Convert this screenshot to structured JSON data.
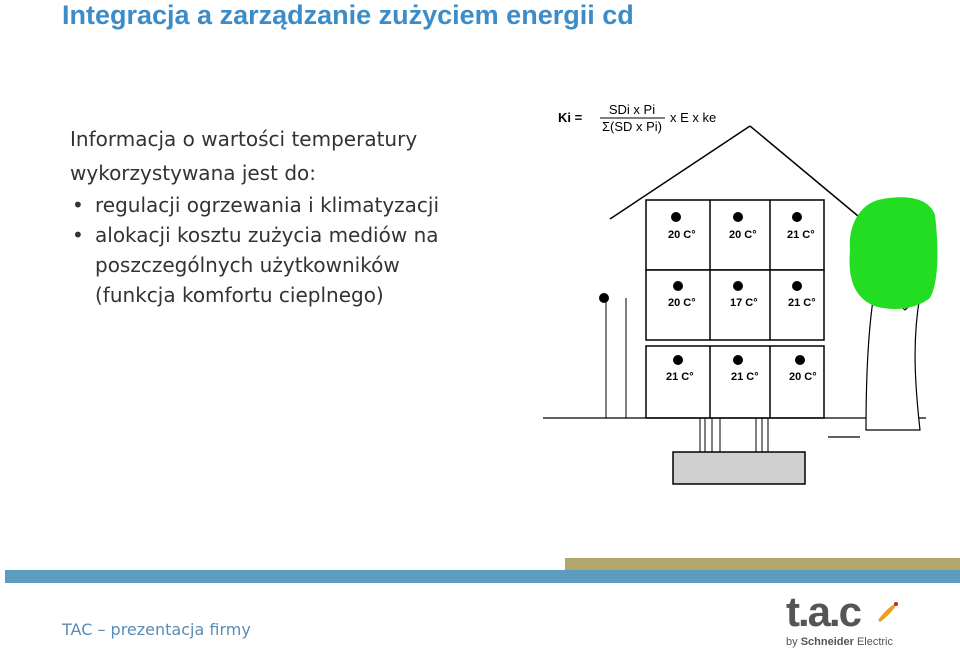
{
  "slide": {
    "title": "Integracja a zarządzanie zużyciem energii cd",
    "intro_line1": "Informacja o wartości temperatury",
    "intro_line2": "wykorzystywana jest do:",
    "bullets": [
      {
        "lines": [
          "regulacji ogrzewania i klimatyzacji"
        ]
      },
      {
        "lines": [
          "alokacji kosztu zużycia mediów na",
          "poszczególnych użytkowników",
          "(funkcja komfortu cieplnego)"
        ]
      }
    ]
  },
  "formula": {
    "lhs": "Ki =",
    "numerator": "SDi x Pi",
    "denominator": "Σ(SD x Pi)",
    "tail": "x E x ke"
  },
  "house": {
    "rooms": [
      [
        "20 C°",
        "20 C°",
        "21 C°"
      ],
      [
        "20 C°",
        "17 C°",
        "21 C°"
      ],
      [
        "21 C°",
        "21 C°",
        "20 C°"
      ]
    ],
    "colors": {
      "tree": "#22dd22",
      "walls": "#000000",
      "basement": "#d0d0d0"
    }
  },
  "footer": {
    "text": "TAC – prezentacja firmy",
    "logo_word": "t.a.c",
    "logo_by": "by",
    "logo_brand": "Schneider",
    "logo_brand2": "Electric"
  },
  "colors": {
    "title": "#3c8cc8",
    "bar_main": "#5c9dbf",
    "bar_top": "#b0a86a"
  }
}
